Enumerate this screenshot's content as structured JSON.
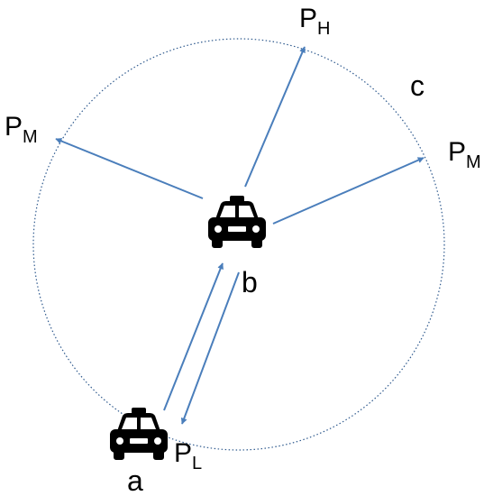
{
  "diagram": {
    "labels": {
      "p_top": {
        "main": "P",
        "sub": "H"
      },
      "p_left": {
        "main": "P",
        "sub": "M"
      },
      "p_right": {
        "main": "P",
        "sub": "M"
      },
      "p_bottom": {
        "main": "P",
        "sub": "L"
      },
      "node_a": "a",
      "node_b": "b",
      "node_c": "c"
    },
    "colors": {
      "arrow": "#4a7ebb",
      "circle": "#2f5a8e",
      "taxi": "#000000"
    },
    "icons": [
      "taxi-icon-center",
      "taxi-icon-bottom"
    ]
  }
}
